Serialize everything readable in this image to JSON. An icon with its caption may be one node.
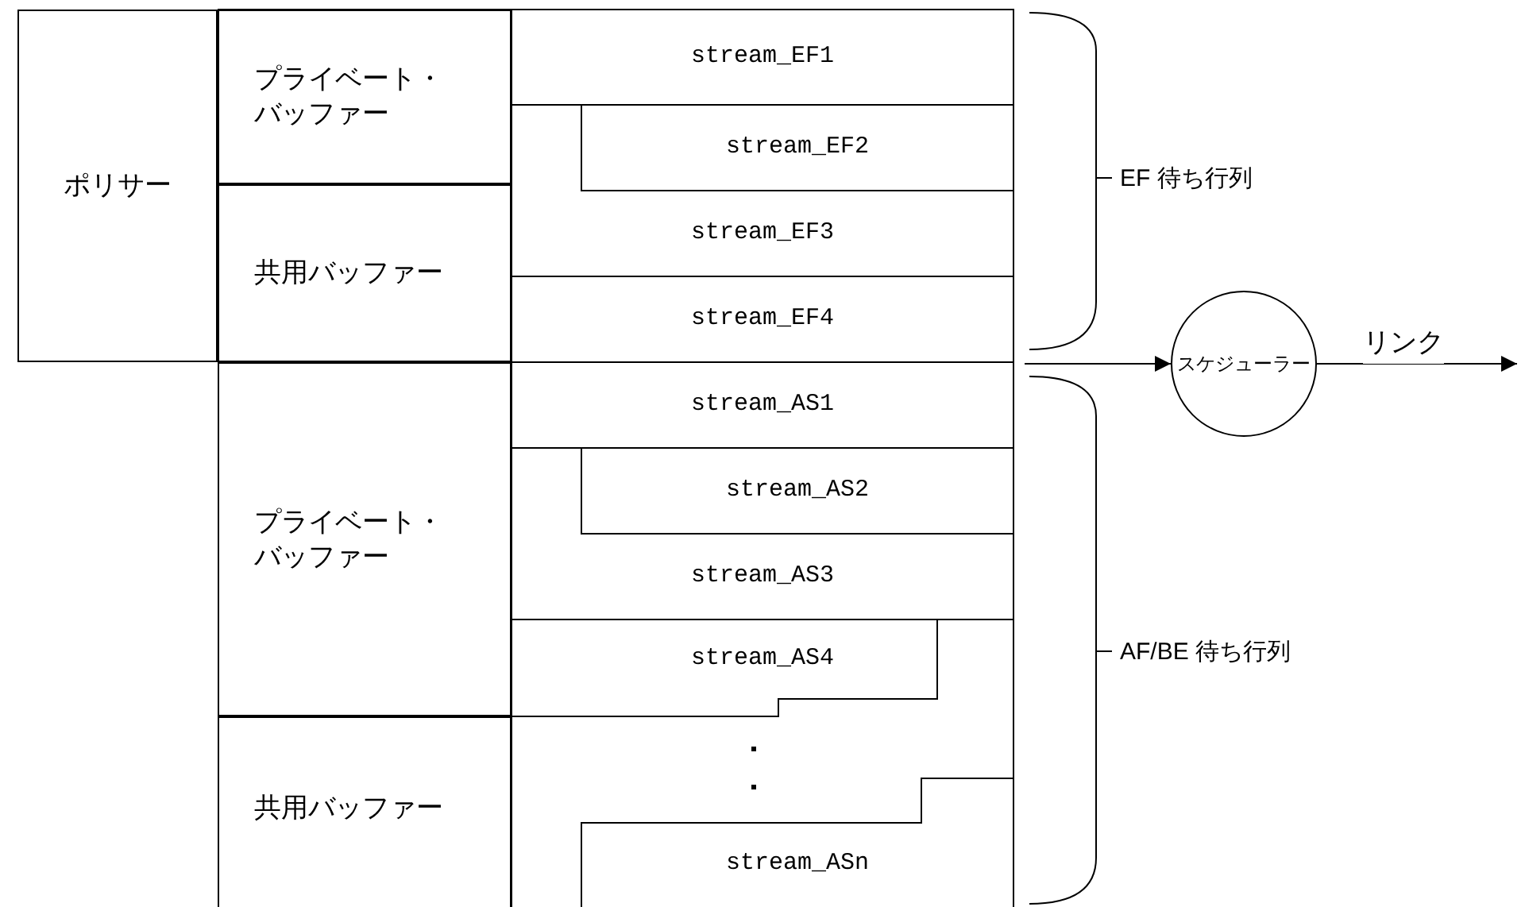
{
  "diagram": {
    "nodes": [
      {
        "text": [
          "ポリサー"
        ]
      },
      {
        "text": [
          "プライベート・バッファー"
        ]
      },
      {
        "text": [
          "共用バッファー"
        ]
      },
      {
        "text": [
          "stream_EF1"
        ]
      },
      {
        "text": [
          "stream_EF2"
        ]
      },
      {
        "text": [
          "stream_EF3"
        ]
      },
      {
        "text": [
          "stream_EF4"
        ]
      },
      {
        "text": [
          "プライベート・バッファー"
        ]
      },
      {
        "text": [
          "共用バッファー"
        ]
      },
      {
        "text": [
          "stream_AS1"
        ]
      },
      {
        "text": [
          "stream_AS2"
        ]
      },
      {
        "text": [
          "stream_AS3"
        ]
      },
      {
        "text": [
          "stream_AS4"
        ]
      },
      {
        "text": [
          "stream_ASn"
        ]
      },
      {
        "text": [
          "スケジューラー"
        ]
      }
    ],
    "edges": [
      {
        "from": null,
        "to": 14,
        "arrow": "to"
      },
      {
        "from": 14,
        "to": null,
        "arrow": "to",
        "label": "リンク"
      }
    ],
    "labels": [
      "EF 待ち行列",
      "AF/BE 待ち行列"
    ]
  }
}
